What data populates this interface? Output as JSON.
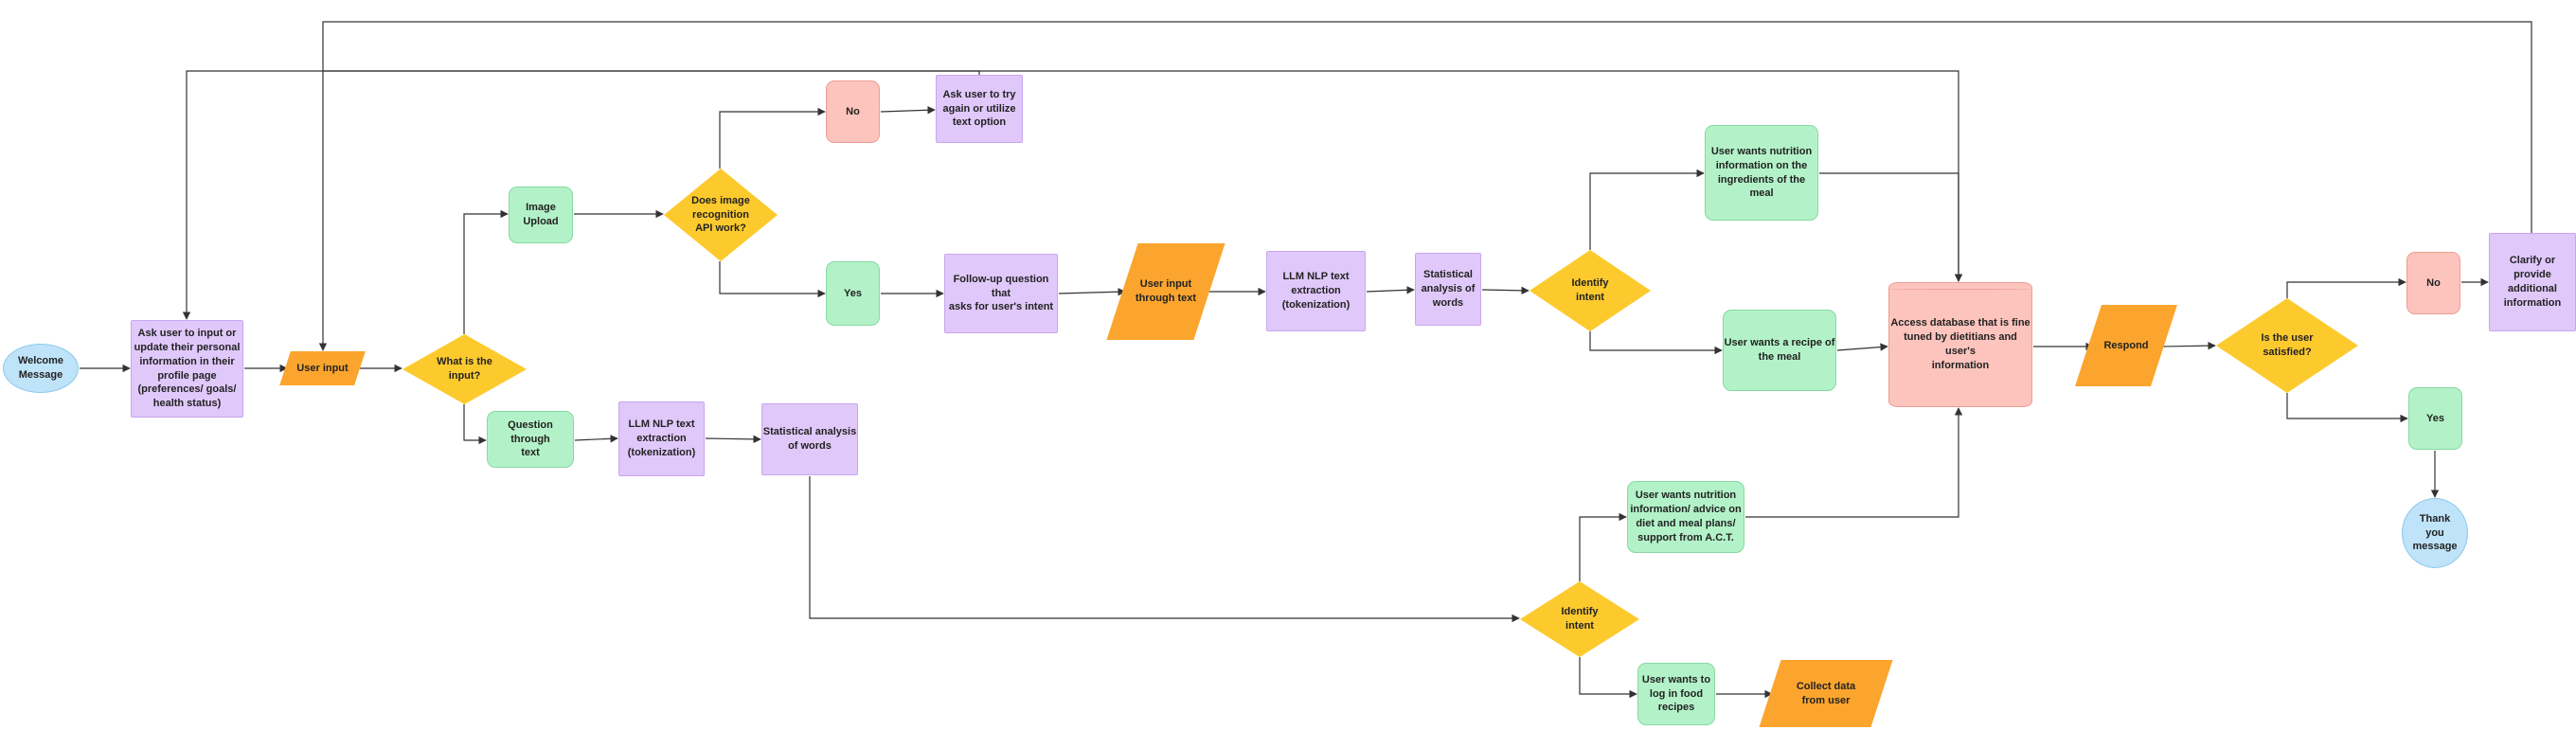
{
  "colors": {
    "lilac": "#e0c8fa",
    "green": "#b3f2c8",
    "pink": "#fcc4bd",
    "orange": "#fba52e",
    "yellow": "#fdca2e",
    "blue": "#bfe3f8",
    "edge": "#333333"
  },
  "nodes": {
    "welcome": "Welcome\nMessage",
    "profile": "Ask user to input or\nupdate their personal\ninformation in their\nprofile page\n(preferences/ goals/\nhealth status)",
    "user_input": "User input",
    "what_input": "What is the\ninput?",
    "image_upload": "Image\nUpload",
    "image_api": "Does image\nrecognition\nAPI work?",
    "no_api": "No",
    "ask_retry": "Ask user to try\nagain or utilize\ntext option",
    "yes_api": "Yes",
    "followup": "Follow-up question that\nasks for user's intent",
    "text_input": "User  input\nthrough text",
    "llm_top": "LLM NLP text\nextraction\n(tokenization)",
    "stat_top": "Statistical\nanalysis of\nwords",
    "intent_top": "Identify\nintent",
    "nutrition_ing": "User wants nutrition\ninformation on the\ningredients of the meal",
    "recipe": "User wants a recipe of\nthe meal",
    "database": "Access database that is fine\ntuned by dietitians and user's\ninformation",
    "respond": "Respond",
    "satisfied": "Is the user\nsatisfied?",
    "no_sat": "No",
    "clarify": "Clarify or provide\nadditional\ninformation",
    "yes_sat": "Yes",
    "thank": "Thank\nyou\nmessage",
    "question_text": "Question through\ntext",
    "llm_bottom": "LLM NLP text\nextraction\n(tokenization)",
    "stat_bottom": "Statistical analysis\nof words",
    "intent_bottom": "Identify\nintent",
    "nutrition_advice": "User wants nutrition\ninformation/ advice on\ndiet and meal plans/\nsupport from A.C.T.",
    "log_food": "User wants to\nlog in food\nrecipes",
    "collect": "Collect data\nfrom user"
  }
}
